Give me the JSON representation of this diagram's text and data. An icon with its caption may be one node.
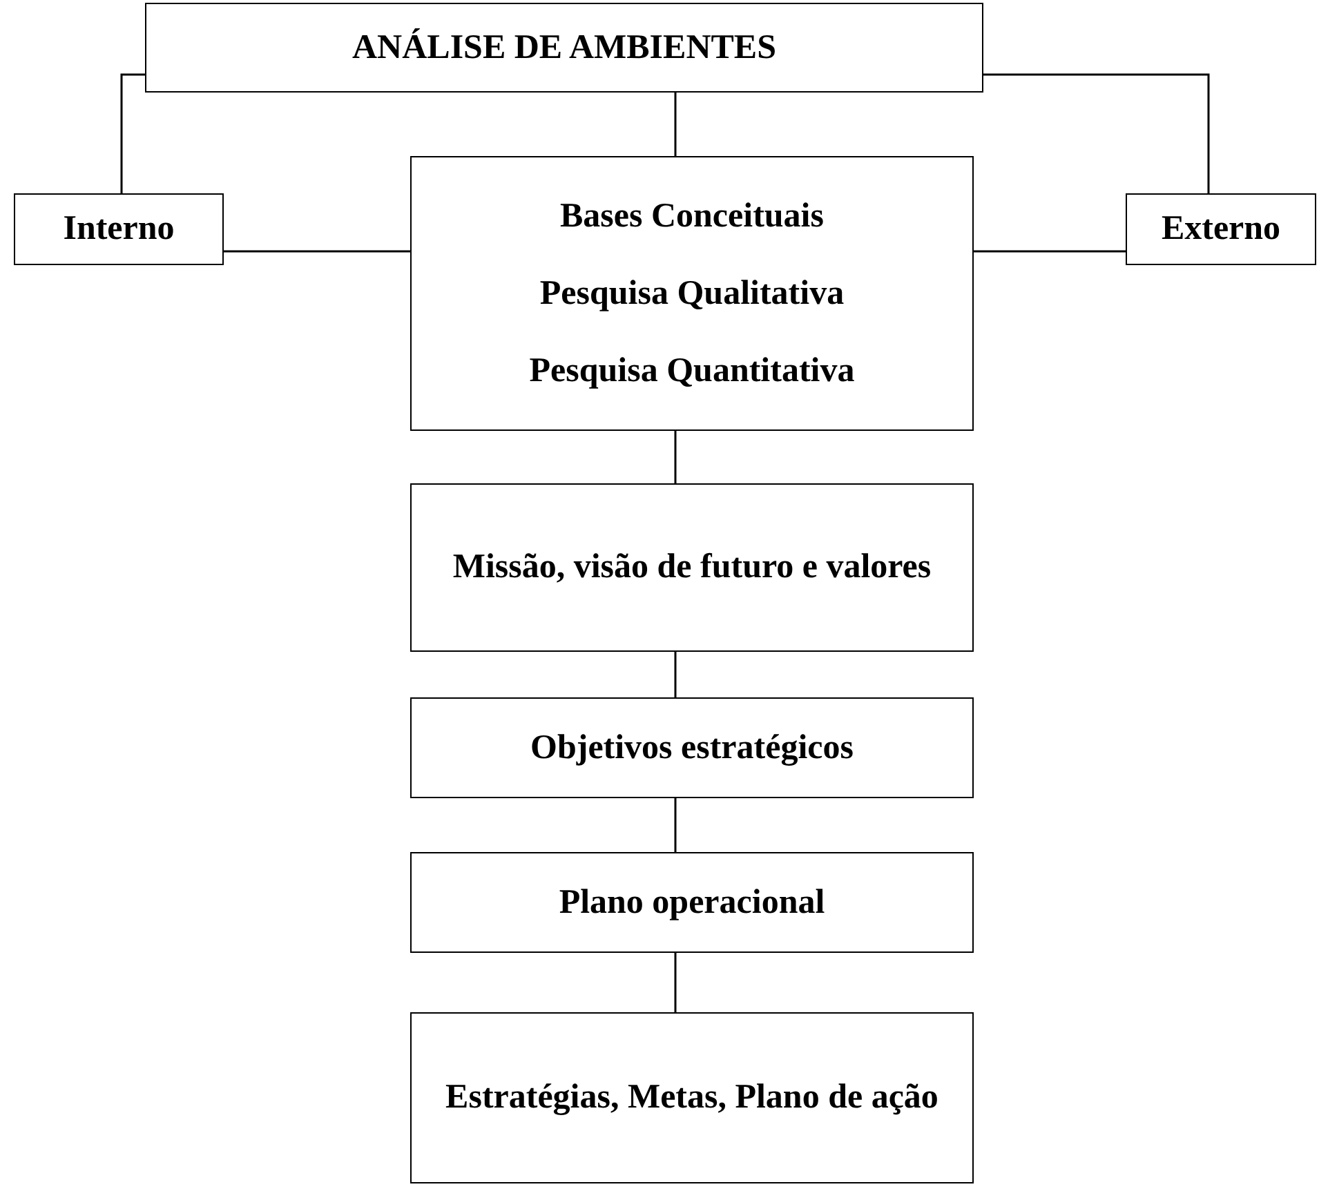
{
  "diagram": {
    "nodes": [
      {
        "text": [
          "ANÁLISE DE AMBIENTES"
        ]
      },
      {
        "text": [
          "Interno"
        ]
      },
      {
        "text": [
          "Bases Conceituais",
          "Pesquisa Qualitativa",
          "Pesquisa Quantitativa"
        ]
      },
      {
        "text": [
          "Externo"
        ]
      },
      {
        "text": [
          "Missão, visão de futuro e valores"
        ]
      },
      {
        "text": [
          "Objetivos estratégicos"
        ]
      },
      {
        "text": [
          "Plano operacional"
        ]
      },
      {
        "text": [
          "Estratégias, Metas, Plano de ação"
        ]
      }
    ],
    "edges": [
      {
        "from": 0,
        "to": 1,
        "arrow": "none"
      },
      {
        "from": 0,
        "to": 3,
        "arrow": "none"
      },
      {
        "from": 0,
        "to": 2,
        "arrow": "none"
      },
      {
        "from": 1,
        "to": 2,
        "arrow": "none"
      },
      {
        "from": 2,
        "to": 3,
        "arrow": "none"
      },
      {
        "from": 2,
        "to": 4,
        "arrow": "none"
      },
      {
        "from": 4,
        "to": 5,
        "arrow": "none"
      },
      {
        "from": 5,
        "to": 6,
        "arrow": "none"
      },
      {
        "from": 6,
        "to": 7,
        "arrow": "none"
      }
    ]
  }
}
